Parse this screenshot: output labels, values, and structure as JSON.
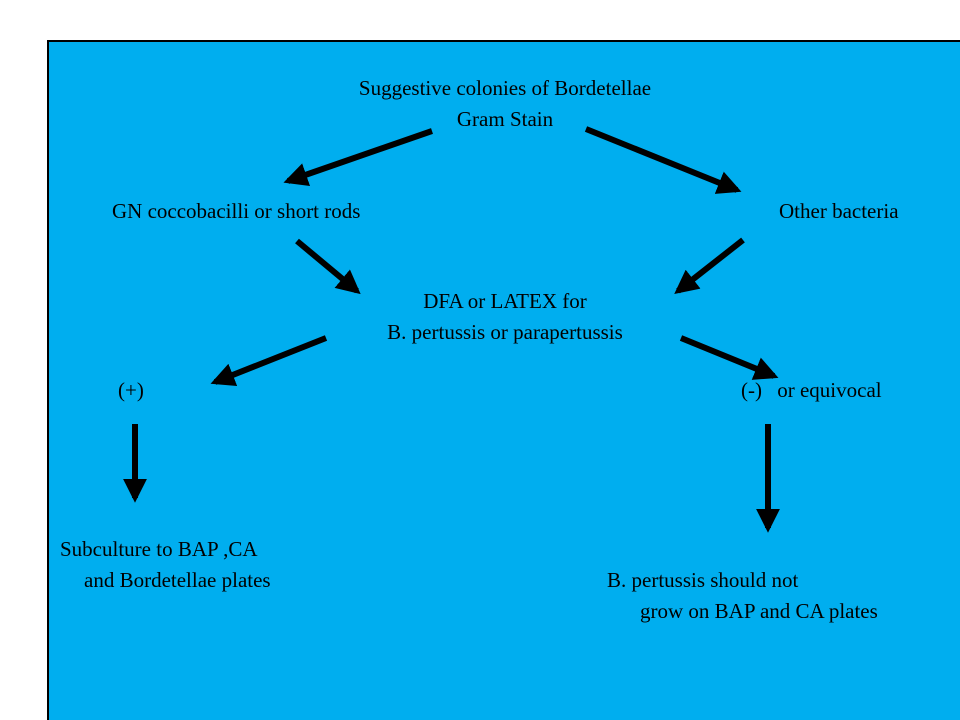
{
  "colors": {
    "background": "#00aeef",
    "text": "#000000",
    "arrow": "#000000",
    "border": "#000000"
  },
  "nodes": {
    "start": {
      "line1": "Suggestive colonies of Bordetellae",
      "line2": "Gram Stain"
    },
    "gn": "GN coccobacilli or short rods",
    "other": "Other bacteria",
    "dfa": {
      "line1": "DFA or LATEX for",
      "line2": "B. pertussis or parapertussis"
    },
    "positive": "(+)",
    "negative": {
      "sign": "(-)",
      "suffix": "or equivocal"
    },
    "subculture": {
      "line1": "Subculture to BAP ,CA",
      "line2": "and Bordetellae plates"
    },
    "not_grow": {
      "line1": "B. pertussis should not",
      "line2": "grow on BAP and CA plates"
    }
  }
}
